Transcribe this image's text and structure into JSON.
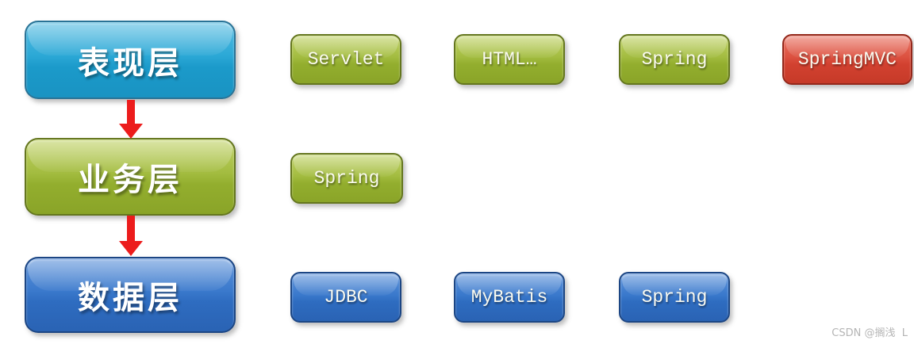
{
  "layers": [
    {
      "label": "表现层",
      "name": "presentation-layer"
    },
    {
      "label": "业务层",
      "name": "business-layer"
    },
    {
      "label": "数据层",
      "name": "data-layer"
    }
  ],
  "tech": {
    "row1": [
      "Servlet",
      "HTML…",
      "Spring",
      "SpringMVC"
    ],
    "row2": [
      "Spring"
    ],
    "row3": [
      "JDBC",
      "MyBatis",
      "Spring"
    ]
  },
  "watermark": "CSDN @搁浅  L",
  "colors": {
    "presentation_layer": "#2ba8d6",
    "business_layer": "#a3bc40",
    "data_layer": "#3a79cc",
    "springmvc_highlight": "#d24130",
    "arrow": "#ec1c1c",
    "watermark_text": "#b5b5b5",
    "background": "#ffffff"
  }
}
